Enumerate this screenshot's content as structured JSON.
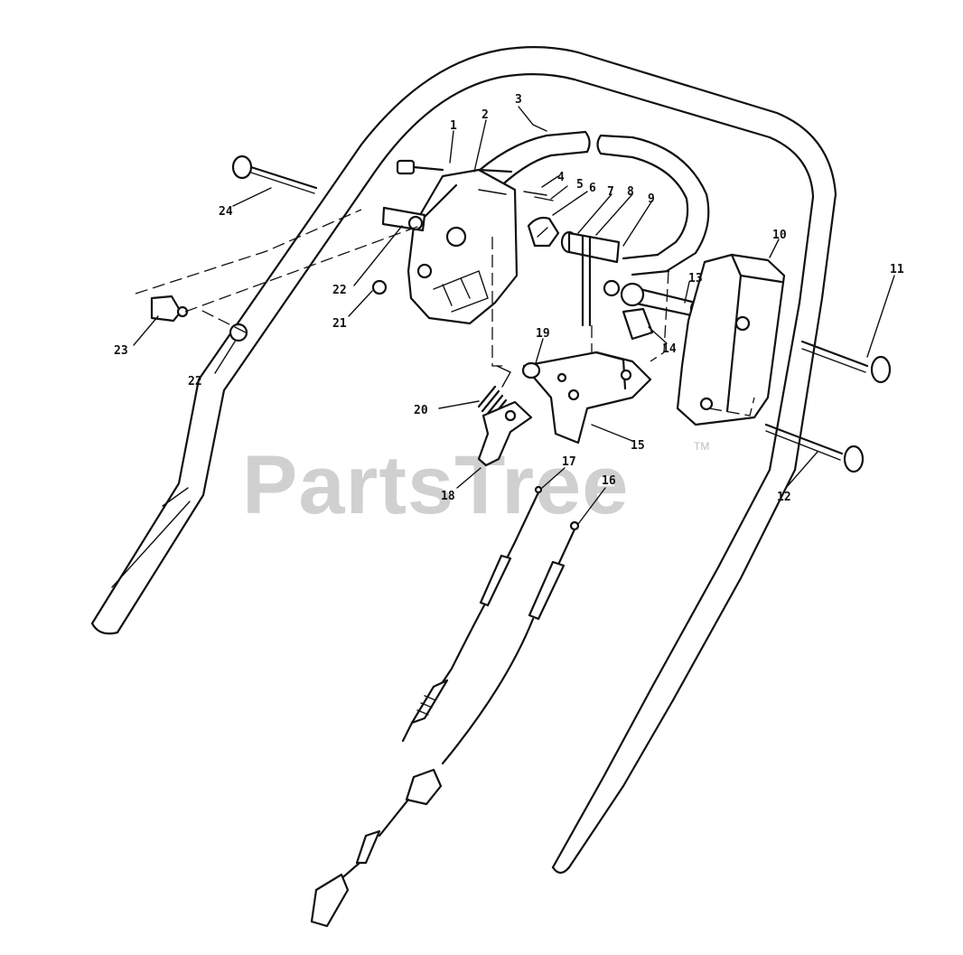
{
  "watermark": {
    "text": "PartsTree",
    "trademark": "TM"
  },
  "labels": {
    "p1": "1",
    "p2": "2",
    "p3": "3",
    "p4": "4",
    "p5": "5",
    "p6": "6",
    "p7": "7",
    "p8": "8",
    "p9": "9",
    "p10": "10",
    "p11": "11",
    "p12": "12",
    "p13": "13",
    "p14": "14",
    "p15": "15",
    "p16": "16",
    "p17": "17",
    "p18": "18",
    "p19": "19",
    "p20": "20",
    "p21": "21",
    "p22a": "22",
    "p22b": "22",
    "p23": "23",
    "p24": "24"
  }
}
